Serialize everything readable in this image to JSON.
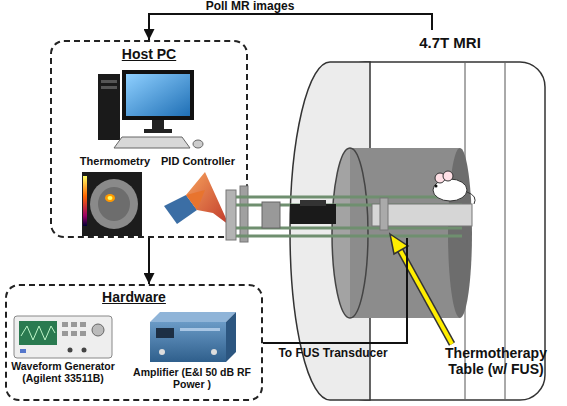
{
  "diagram": {
    "nodes": [
      {
        "text": [
          "Host PC"
        ]
      },
      {
        "text": [
          "Hardware"
        ]
      },
      {
        "text": [
          "4.7T MRI"
        ]
      }
    ],
    "edges": [
      {
        "from": 2,
        "to": 0,
        "arrow": "to",
        "label": "Poll MR images"
      },
      {
        "from": 0,
        "to": 1,
        "arrow": "to"
      },
      {
        "from": 1,
        "to": 2,
        "arrow": "none",
        "label": "To FUS Transducer"
      }
    ],
    "labels": [
      "Thermometry",
      "PID Controller",
      "Waveform Generator (Agilent 33511B)",
      "Amplifier (E&I 50 dB RF Power )",
      "Thermotherapy Table (w/ FUS)"
    ]
  }
}
